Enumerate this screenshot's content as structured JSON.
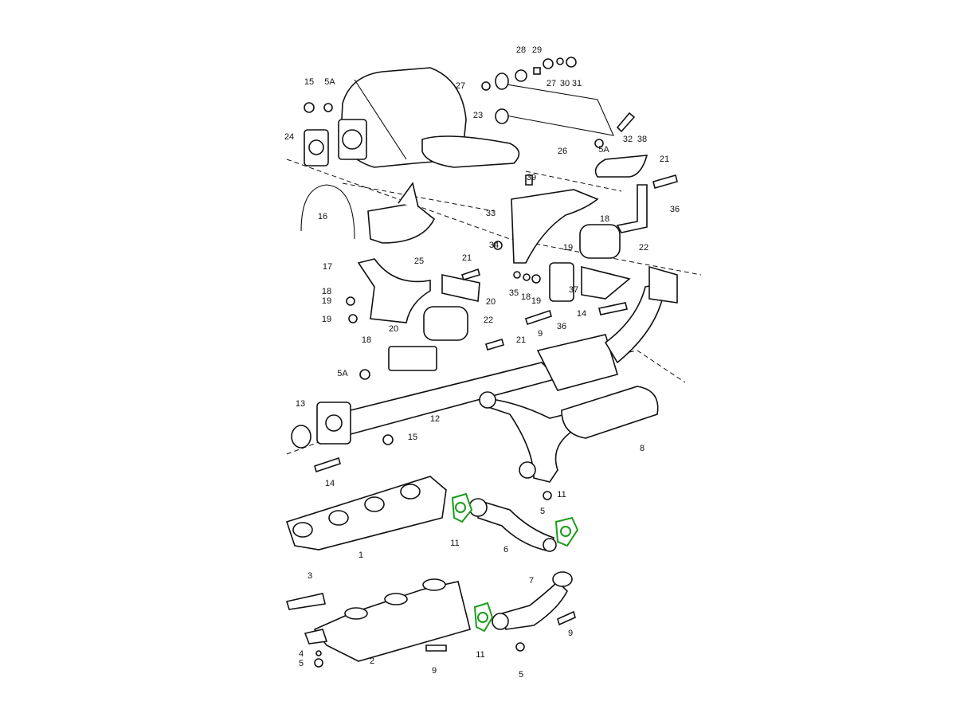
{
  "title": "Exhaust system exploded parts diagram",
  "gasket_color": "#1a9c1a",
  "labels": [
    "15",
    "5A",
    "23",
    "24",
    "27",
    "28",
    "29",
    "27",
    "30",
    "31",
    "26",
    "5A",
    "32",
    "38",
    "21",
    "39",
    "16",
    "25",
    "33",
    "18",
    "36",
    "19",
    "22",
    "34",
    "21",
    "17",
    "18",
    "19",
    "20",
    "19",
    "18",
    "35",
    "18",
    "19",
    "37",
    "14",
    "9",
    "36",
    "22",
    "20",
    "21",
    "5A",
    "13",
    "12",
    "15",
    "8",
    "14",
    "5",
    "11",
    "11",
    "6",
    "1",
    "3",
    "7",
    "9",
    "4",
    "5",
    "11",
    "2",
    "9",
    "5"
  ]
}
